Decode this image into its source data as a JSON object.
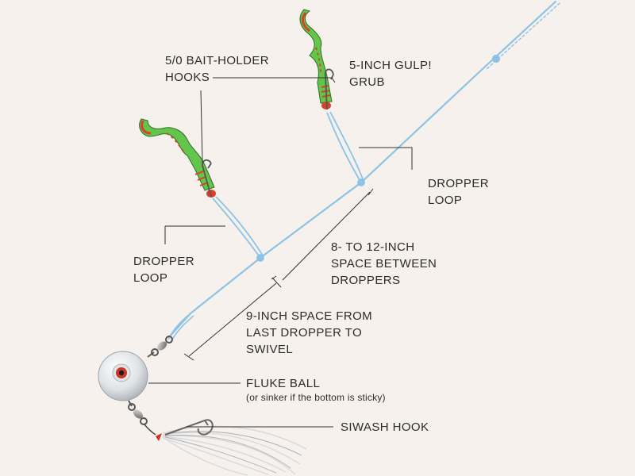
{
  "labels": {
    "bait_holder_hooks": {
      "line1": "5/0 BAIT-HOLDER",
      "line2": "HOOKS"
    },
    "gulp_grub": {
      "line1": "5-INCH GULP!",
      "line2": "GRUB"
    },
    "dropper_loop_right": {
      "line1": "DROPPER",
      "line2": "LOOP"
    },
    "dropper_loop_left": {
      "line1": "DROPPER",
      "line2": "LOOP"
    },
    "space_between_droppers": {
      "line1": "8- TO 12-INCH",
      "line2": "SPACE BETWEEN",
      "line3": "DROPPERS"
    },
    "space_to_swivel": {
      "line1": "9-INCH SPACE FROM",
      "line2": "LAST DROPPER TO",
      "line3": "SWIVEL"
    },
    "fluke_ball": {
      "title": "FLUKE BALL",
      "note": "(or sinker if the bottom is sticky)"
    },
    "siwash_hook": {
      "title": "SIWASH HOOK"
    }
  },
  "colors": {
    "background": "#f6f1ec",
    "line": "#8cc3e6",
    "grub_green": "#63c64a",
    "grub_red": "#d9412e",
    "leader": "#444444",
    "text": "#2b2b2b"
  },
  "icons": [
    "grub-lure",
    "bait-holder-hook",
    "barrel-swivel",
    "fluke-ball",
    "bucktail-siwash-hook"
  ]
}
